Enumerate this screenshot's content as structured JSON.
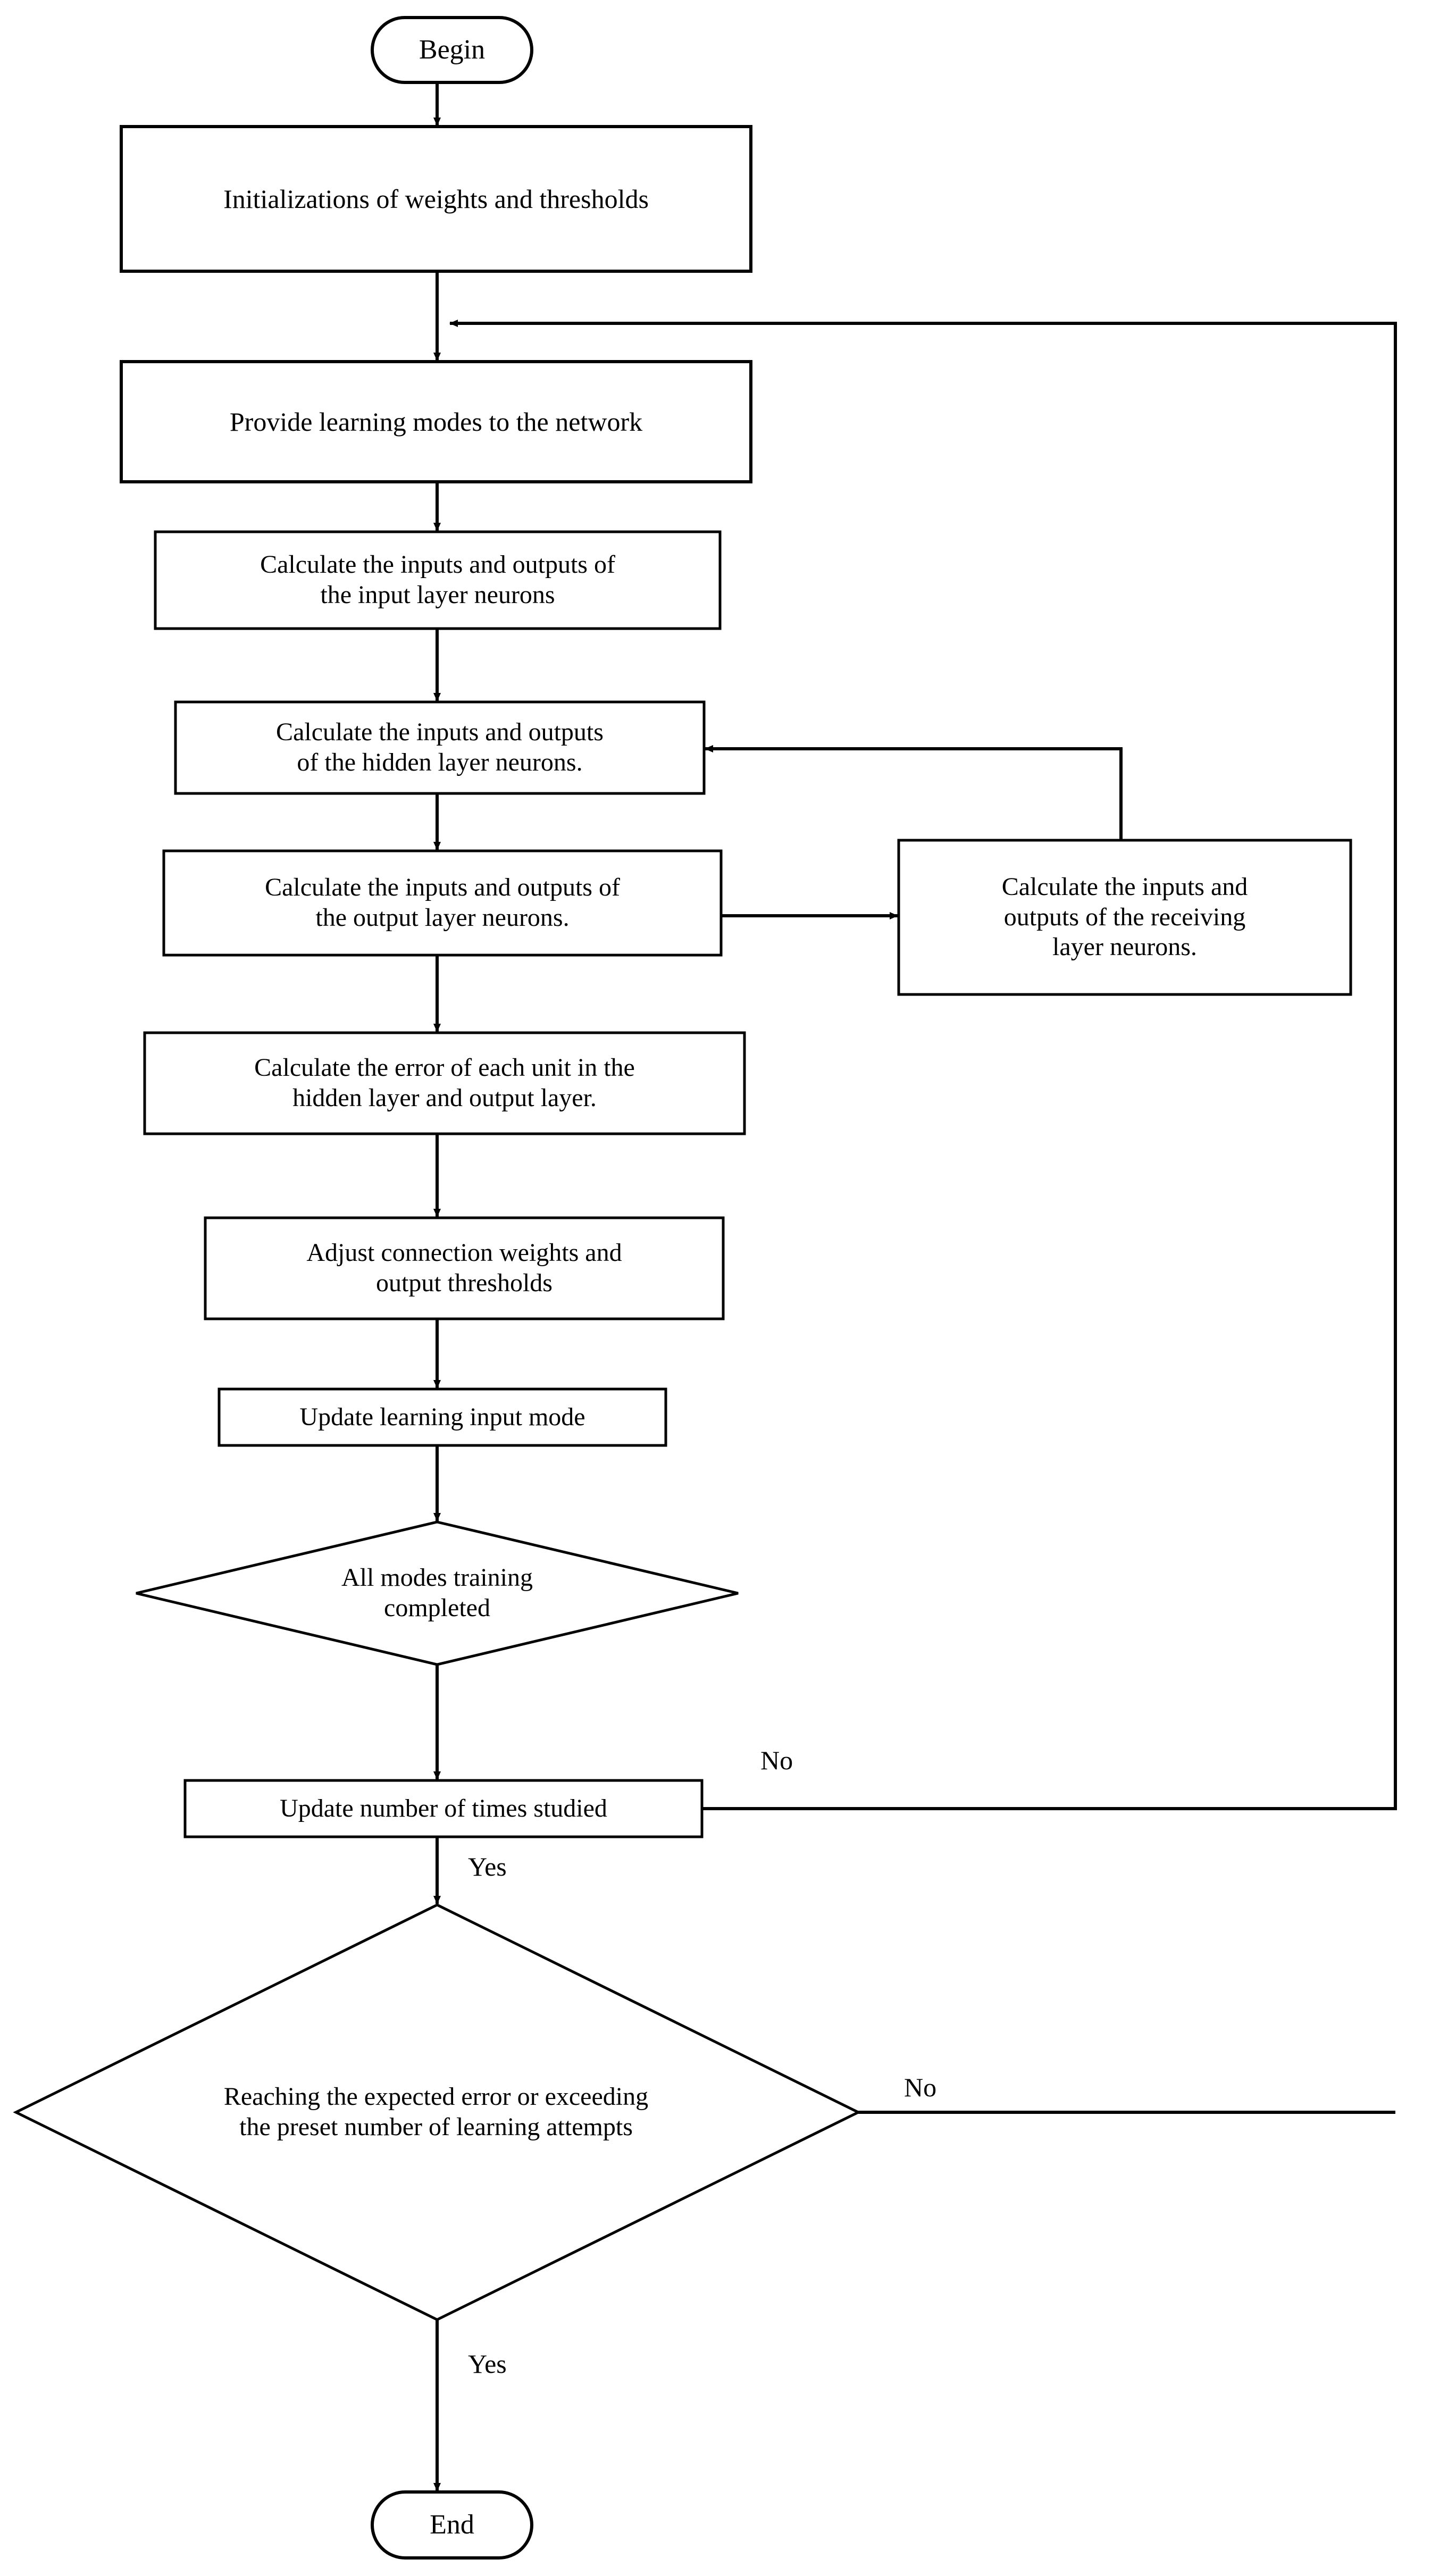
{
  "diagram": {
    "type": "flowchart",
    "title": "Neural network training flowchart",
    "orientation": "top-to-bottom",
    "background_color": "#ffffff",
    "line_color": "#000000",
    "text_color": "#000000"
  },
  "nodes": {
    "begin": {
      "label": "Begin",
      "shape": "terminator"
    },
    "initializations": {
      "label": "Initializations of weights and thresholds",
      "shape": "process"
    },
    "provide_modes": {
      "label": "Provide learning modes to the network",
      "shape": "process"
    },
    "input_layer": {
      "label": "Calculate the inputs and outputs of\nthe input layer neurons",
      "shape": "process"
    },
    "hidden_layer": {
      "label": "Calculate the inputs and outputs\nof the hidden layer neurons.",
      "shape": "process"
    },
    "output_layer": {
      "label": "Calculate the inputs and outputs of\nthe output layer neurons.",
      "shape": "process"
    },
    "receiving_layer": {
      "label": "Calculate the inputs and\noutputs of the receiving\nlayer neurons.",
      "shape": "process"
    },
    "calc_error": {
      "label": "Calculate the error of each unit in the\nhidden layer and output layer.",
      "shape": "process"
    },
    "adjust_weights": {
      "label": "Adjust connection weights and\noutput thresholds",
      "shape": "process"
    },
    "update_mode": {
      "label": "Update learning input mode",
      "shape": "process"
    },
    "all_modes_done": {
      "label": "All modes training\ncompleted",
      "shape": "decision"
    },
    "update_times": {
      "label": "Update number of times studied",
      "shape": "process"
    },
    "reaching_error": {
      "label": "Reaching the expected error or exceeding\nthe preset number of learning attempts",
      "shape": "decision"
    },
    "end": {
      "label": "End",
      "shape": "terminator"
    }
  },
  "edge_labels": {
    "no_update_times": "No",
    "yes_update_times": "Yes",
    "no_reaching_error": "No",
    "yes_reaching_error": "Yes"
  }
}
